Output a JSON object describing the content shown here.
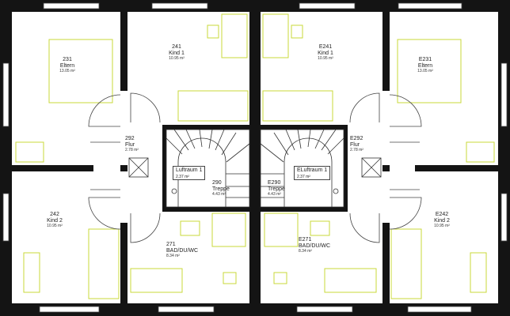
{
  "rooms": [
    {
      "id": "r231",
      "number": "231",
      "name": "Eltern",
      "area": "13.05 m²"
    },
    {
      "id": "r241",
      "number": "241",
      "name": "Kind 1",
      "area": "10.95 m²"
    },
    {
      "id": "rE241",
      "number": "E241",
      "name": "Kind 1",
      "area": "10.95 m²"
    },
    {
      "id": "rE231",
      "number": "E231",
      "name": "Eltern",
      "area": "13.05 m²"
    },
    {
      "id": "r292",
      "number": "292",
      "name": "Flur",
      "area": "2.78 m²"
    },
    {
      "id": "rE292",
      "number": "E292",
      "name": "Flur",
      "area": "2.78 m²"
    },
    {
      "id": "r290",
      "number": "290",
      "name": "Treppe",
      "area": "4.43 m²"
    },
    {
      "id": "rE290",
      "number": "E290",
      "name": "Treppe",
      "area": "4.43 m²"
    },
    {
      "id": "r242",
      "number": "242",
      "name": "Kind 2",
      "area": "10.95 m²"
    },
    {
      "id": "rE242",
      "number": "E242",
      "name": "Kind 2",
      "area": "10.95 m²"
    },
    {
      "id": "r271",
      "number": "271",
      "name": "BAD/DU/WC",
      "area": "8.34 m²"
    },
    {
      "id": "rE271",
      "number": "E271",
      "name": "BAD/DU/WC",
      "area": "8.34 m²"
    }
  ],
  "voids": {
    "left_label": "Luftraum 1",
    "left_area": "2.37 m²",
    "right_label": "ELuftraum 1",
    "right_area": "2.37 m²"
  },
  "colors": {
    "wall": "#141414",
    "furniture": "#c9d93a",
    "line": "#444444",
    "background": "#ffffff"
  }
}
